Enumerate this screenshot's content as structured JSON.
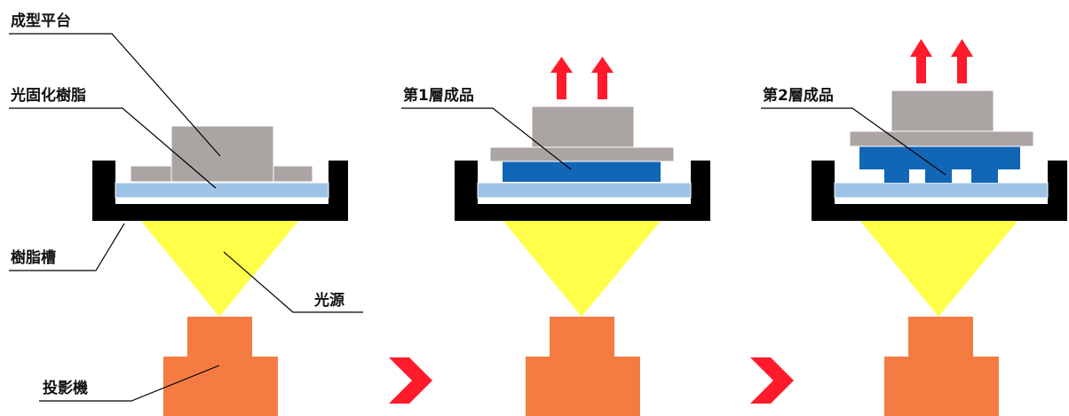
{
  "labels": {
    "platform": "成型平台",
    "resin": "光固化樹脂",
    "tank": "樹脂槽",
    "light": "光源",
    "projector": "投影機",
    "layer1": "第1層成品",
    "layer2": "第2層成品"
  },
  "colors": {
    "platform": "#aaa4a3",
    "resin": "#9dc3e6",
    "tank": "#000000",
    "light": "#ffff4a",
    "projector": "#f47c42",
    "cured": "#1266b6",
    "arrow": "#ff1b2b",
    "leader": "#000000"
  }
}
